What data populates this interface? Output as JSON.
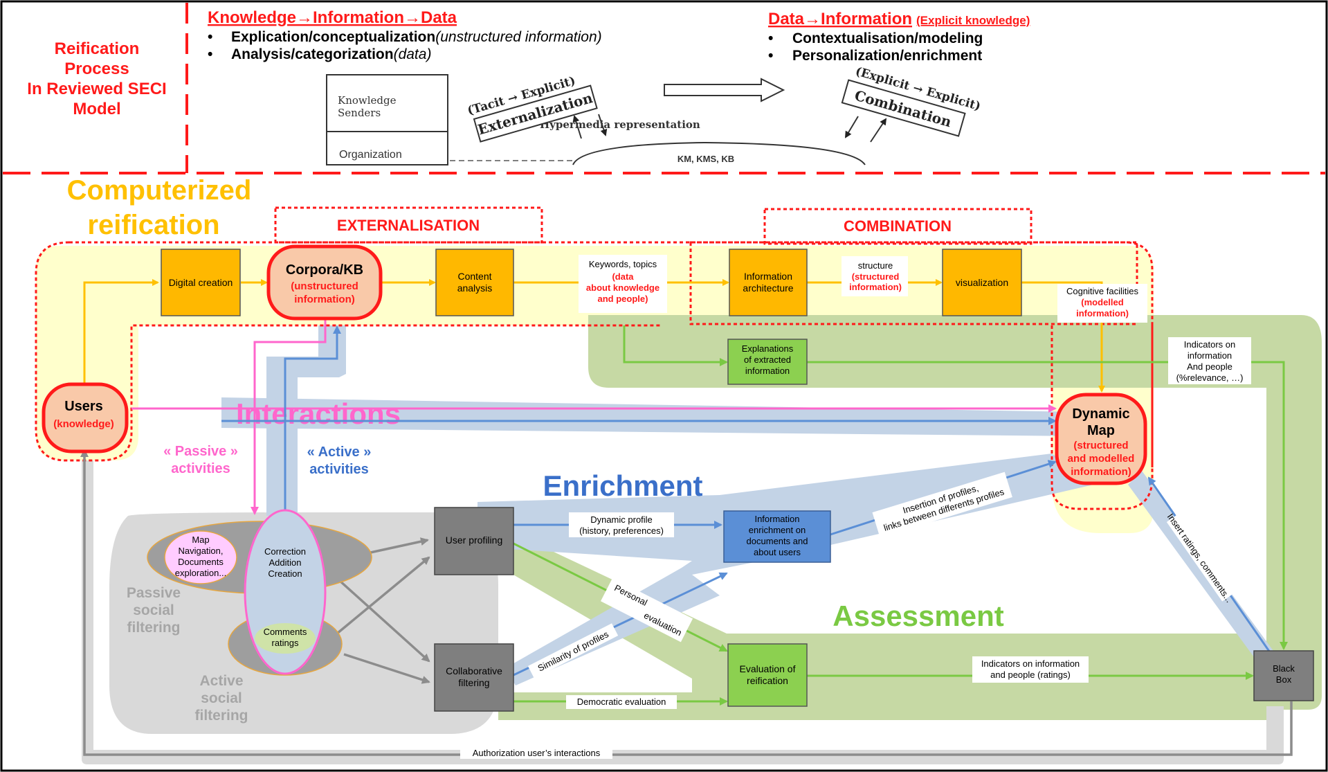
{
  "header": {
    "reification_title": [
      "Reification",
      "Process",
      "In Reviewed SECI",
      "Model"
    ],
    "left_heading": "Knowledge→Information→Data",
    "left_bullets": [
      {
        "bold": "Explication/conceptualization",
        "italic": "(unstructured information)"
      },
      {
        "bold": "Analysis/categorization",
        "italic": "(data)"
      }
    ],
    "right_heading": "Data→Information",
    "right_heading_suffix": "(Explicit knowledge)",
    "right_bullets": [
      "Contextualisation/modeling",
      "Personalization/enrichment"
    ]
  },
  "seci_image": {
    "knowledge_senders": [
      "Knowledge",
      "Senders"
    ],
    "organization": "Organization",
    "tacit_explicit": "(Tacit → Explicit)",
    "externalization": "Externalization",
    "hypermedia": "Hypermedia representation",
    "explicit_explicit": "(Explicit → Explicit)",
    "combination": "Combination",
    "km": "KM, KMS, KB"
  },
  "sections": {
    "computerized": [
      "Computerized",
      "reification"
    ],
    "externalisation": "EXTERNALISATION",
    "combination": "COMBINATION",
    "interactions": "Interactions",
    "enrichment": "Enrichment",
    "assessment": "Assessment",
    "passive_activities": [
      "« Passive »",
      "activities"
    ],
    "active_activities": [
      "« Active »",
      "activities"
    ],
    "passive_filtering": [
      "Passive",
      "social",
      "filtering"
    ],
    "active_filtering": [
      "Active",
      "social",
      "filtering"
    ]
  },
  "nodes": {
    "digital_creation": "Digital creation",
    "corpora": {
      "title": "Corpora/KB",
      "sub": [
        "(unstructured",
        "information)"
      ]
    },
    "content_analysis": [
      "Content",
      "analysis"
    ],
    "keywords": {
      "title": "Keywords, topics",
      "sub": [
        "(data",
        "about knowledge",
        "and people)"
      ]
    },
    "info_architecture": [
      "Information",
      "architecture"
    ],
    "structure": {
      "title": "structure",
      "sub": [
        "(structured",
        "information)"
      ]
    },
    "visualization": "visualization",
    "cognitive": {
      "title": "Cognitive facilities",
      "sub": [
        "(modelled",
        "information)"
      ]
    },
    "explanations": [
      "Explanations",
      "of extracted",
      "information"
    ],
    "indicators_top": [
      "Indicators on",
      "information",
      "And people",
      "(%relevance, …)"
    ],
    "users": {
      "title": "Users",
      "sub": "(knowledge)"
    },
    "dynamic_map": {
      "title": [
        "Dynamic",
        "Map"
      ],
      "sub": [
        "(structured",
        "and modelled",
        "information)"
      ]
    },
    "map_navigation": [
      "Map",
      "Navigation,",
      "Documents",
      "exploration..."
    ],
    "correction": [
      "Correction",
      "Addition",
      "Creation"
    ],
    "comments_ratings": [
      "Comments",
      "ratings"
    ],
    "user_profiling": "User profiling",
    "collaborative": [
      "Collaborative",
      "filtering"
    ],
    "dynamic_profile": [
      "Dynamic profile",
      "(history, preferences)"
    ],
    "info_enrichment": [
      "Information",
      "enrichment on",
      "documents and",
      "about users"
    ],
    "insertion_profiles": [
      "Insertion of profiles,",
      "links between differents profiles"
    ],
    "personal_evaluation": [
      "Personal",
      "evaluation"
    ],
    "similarity": "Similarity of profiles",
    "evaluation_reification": [
      "Evaluation of",
      "reification"
    ],
    "indicators_bottom": [
      "Indicators on information",
      "and people (ratings)"
    ],
    "democratic": "Democratic evaluation",
    "black_box": [
      "Black",
      "Box"
    ],
    "insert_ratings": "Insert ratings, comments...",
    "authorization": "Authorization user’s interactions"
  },
  "colors": {
    "red": "#ff1a1a",
    "orange_box": "#ffb800",
    "orange_arrow": "#ffc000",
    "yellow_bg": "#ffffcc",
    "salmon": "#f9c9a9",
    "green_bg": "#c6d9a4",
    "green_box": "#8cd050",
    "green_arrow": "#7ac943",
    "blue_band": "#c3d3e6",
    "blue_arrow": "#5b8fd6",
    "blue_box": "#5b8fd6",
    "pink": "#ff66cc",
    "grey_box": "#7f7f7f",
    "grey_bg": "#d9d9d9"
  }
}
